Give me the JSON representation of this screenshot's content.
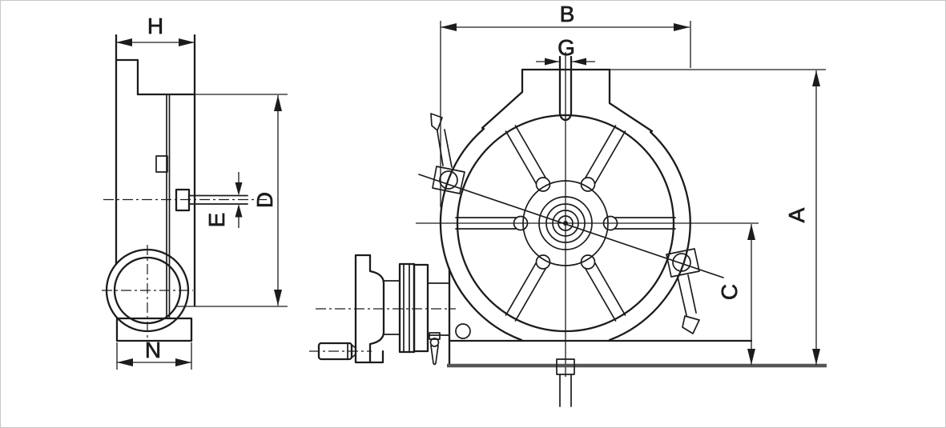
{
  "colors": {
    "line": "#1c1c1c",
    "ground": "#555555",
    "background": "#ffffff",
    "frame": "#c8c8c8"
  },
  "dimension_labels": {
    "H": "H",
    "B": "B",
    "G": "G",
    "D": "D",
    "E": "E",
    "A": "A",
    "C": "C",
    "N": "N"
  }
}
